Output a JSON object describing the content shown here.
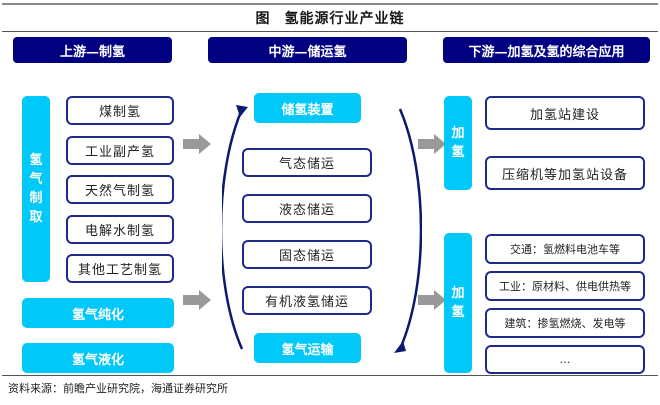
{
  "title": {
    "figure_label": "图",
    "text": "氢能源行业产业链"
  },
  "stages": {
    "upstream": "上游—制氢",
    "midstream": "中游—储运氢",
    "downstream": "下游—加氢及氢的综合应用"
  },
  "upstream": {
    "category_label": [
      "氢",
      "气",
      "制",
      "取"
    ],
    "methods": [
      "煤制氢",
      "工业副产氢",
      "天然气制氢",
      "电解水制氢",
      "其他工艺制氢"
    ],
    "purification": "氢气纯化",
    "liquefaction": "氢气液化"
  },
  "midstream": {
    "top": "储氢装置",
    "methods": [
      "气态储运",
      "液态储运",
      "固态储运",
      "有机液氢储运"
    ],
    "bottom": "氢气运输"
  },
  "downstream": {
    "group1": {
      "label": [
        "加",
        "氢"
      ],
      "items": [
        "加氢站建设",
        "压缩机等加氢站设备"
      ]
    },
    "group2": {
      "label": [
        "加",
        "氢"
      ],
      "items": [
        "交通：氢燃料电池车等",
        "工业：原材料、供电供热等",
        "建筑：掺氢燃烧、发电等",
        "…"
      ]
    }
  },
  "source": "资料来源：前瞻产业研究院，海通证券研究所",
  "colors": {
    "stage_header": "#000080",
    "cyan_box": "#00c8f8",
    "outline": "#1f2a8c",
    "arrow": "#999999",
    "curve": "#0a1a6e"
  }
}
